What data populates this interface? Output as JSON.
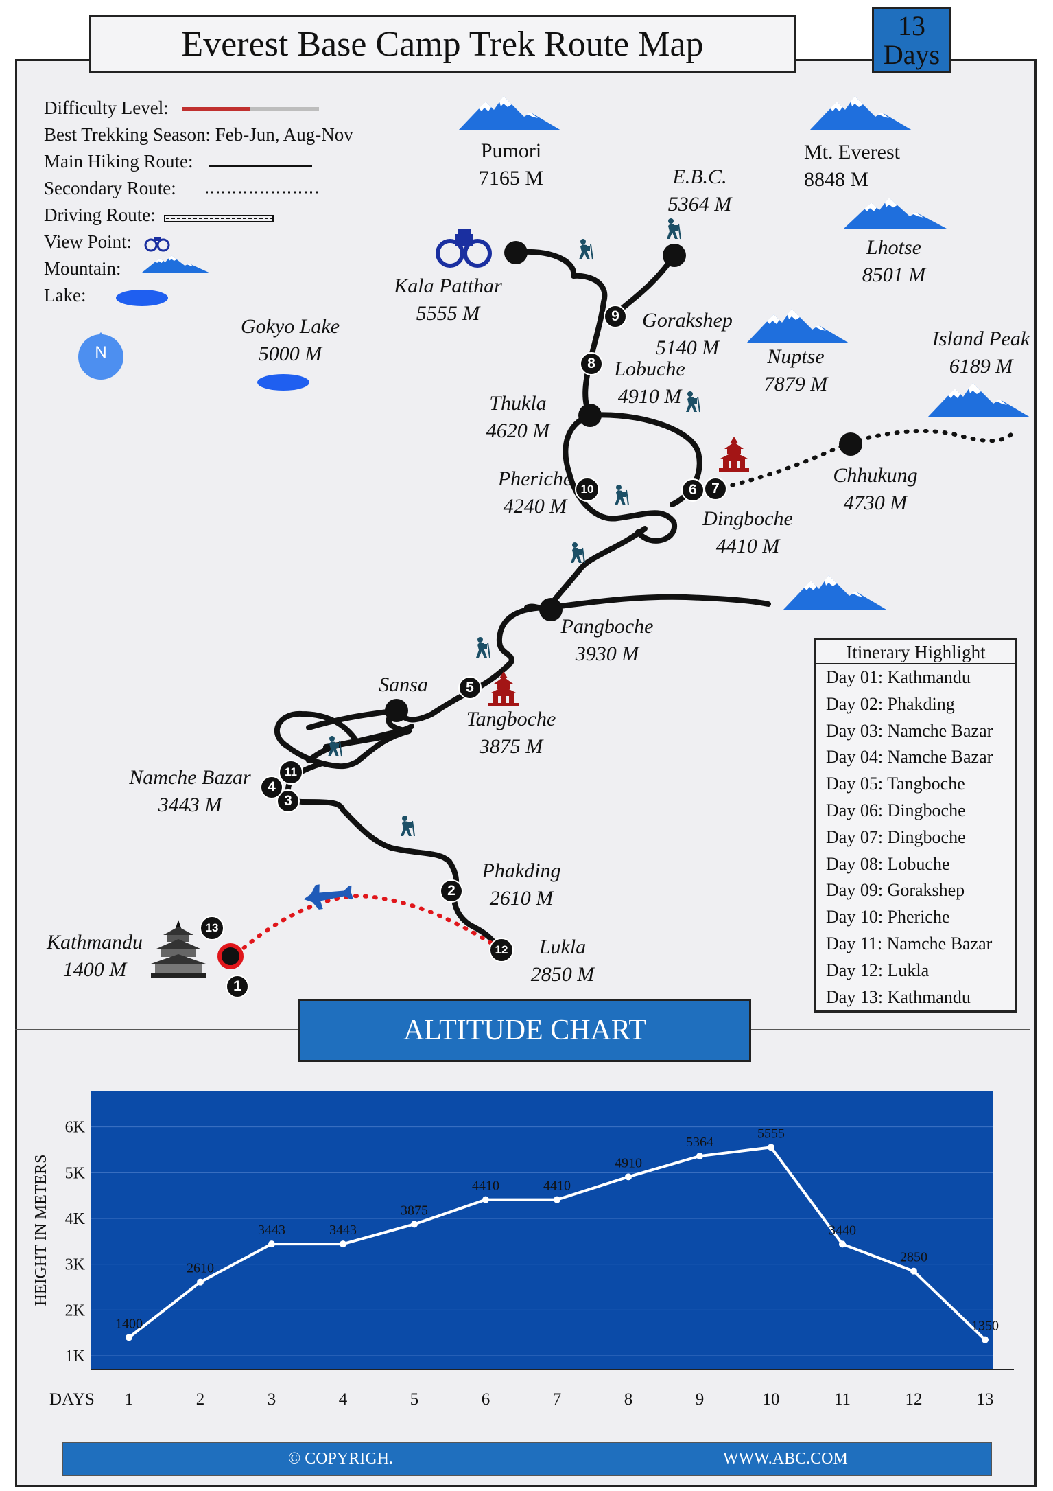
{
  "title": "Everest Base Camp Trek Route Map",
  "badge": {
    "number": "13",
    "unit": "Days"
  },
  "legend": {
    "difficulty": "Difficulty Level:",
    "difficulty_level": 0.5,
    "season": "Best Trekking Season: Feb-Jun, Aug-Nov",
    "main_route": "Main Hiking Route:",
    "secondary_route": "Secondary Route:",
    "driving_route": "Driving Route:",
    "view_point": "View Point:",
    "mountain": "Mountain:",
    "lake": "Lake:"
  },
  "compass": "N",
  "mountains": {
    "pumori": {
      "name": "Pumori",
      "alt": "7165 M"
    },
    "everest": {
      "name": "Mt. Everest",
      "alt": "8848 M"
    },
    "lhotse": {
      "name": "Lhotse",
      "alt": "8501 M"
    },
    "nuptse": {
      "name": "Nuptse",
      "alt": "7879 M"
    },
    "island_peak": {
      "name": "Island Peak",
      "alt": "6189 M"
    }
  },
  "places": {
    "ebc": {
      "name": "E.B.C.",
      "alt": "5364 M"
    },
    "kala_patthar": {
      "name": "Kala Patthar",
      "alt": "5555 M"
    },
    "gokyo": {
      "name": "Gokyo Lake",
      "alt": "5000 M"
    },
    "gorakshep": {
      "name": "Gorakshep",
      "alt": "5140 M"
    },
    "lobuche": {
      "name": "Lobuche",
      "alt": "4910 M"
    },
    "thukla": {
      "name": "Thukla",
      "alt": "4620 M"
    },
    "pheriche": {
      "name": "Pheriche",
      "alt": "4240 M"
    },
    "dingboche": {
      "name": "Dingboche",
      "alt": "4410 M"
    },
    "chhukung": {
      "name": "Chhukung",
      "alt": "4730 M"
    },
    "pangboche": {
      "name": "Pangboche",
      "alt": "3930 M"
    },
    "sansa": {
      "name": "Sansa",
      "alt": ""
    },
    "tangboche": {
      "name": "Tangboche",
      "alt": "3875 M"
    },
    "namche": {
      "name": "Namche Bazar",
      "alt": "3443 M"
    },
    "phakding": {
      "name": "Phakding",
      "alt": "2610 M"
    },
    "lukla": {
      "name": "Lukla",
      "alt": "2850 M"
    },
    "kathmandu": {
      "name": "Kathmandu",
      "alt": "1400 M"
    }
  },
  "stops": [
    "1",
    "2",
    "3",
    "4",
    "5",
    "6",
    "7",
    "8",
    "9",
    "10",
    "11",
    "12",
    "13"
  ],
  "itinerary": {
    "title": "Itinerary Highlight",
    "days": [
      {
        "day": "Day 01:",
        "place": "Kathmandu"
      },
      {
        "day": "Day 02:",
        "place": "Phakding"
      },
      {
        "day": "Day 03:",
        "place": "Namche Bazar"
      },
      {
        "day": "Day 04:",
        "place": "Namche Bazar"
      },
      {
        "day": "Day 05:",
        "place": "Tangboche"
      },
      {
        "day": "Day 06:",
        "place": "Dingboche"
      },
      {
        "day": "Day 07:",
        "place": "Dingboche"
      },
      {
        "day": "Day 08:",
        "place": "Lobuche"
      },
      {
        "day": "Day 09:",
        "place": "Gorakshep"
      },
      {
        "day": "Day 10:",
        "place": "Pheriche"
      },
      {
        "day": "Day 11:",
        "place": "Namche Bazar"
      },
      {
        "day": "Day 12:",
        "place": "Lukla"
      },
      {
        "day": "Day 13:",
        "place": "Kathmandu"
      }
    ]
  },
  "altitude_banner": "ALTITUDE CHART",
  "colors": {
    "accent": "#1f6fbe",
    "chart_bg": "#0b4ba8",
    "route": "#111111",
    "flight": "#e0161b",
    "mountain": "#1f6fdd"
  },
  "chart_data": {
    "type": "line",
    "title": "ALTITUDE CHART",
    "xlabel": "DAYS",
    "ylabel": "HEIGHT IN METERS",
    "x": [
      1,
      2,
      3,
      4,
      5,
      6,
      7,
      8,
      9,
      10,
      11,
      12,
      13
    ],
    "values": [
      1400,
      2610,
      3443,
      3443,
      3875,
      4410,
      4410,
      4910,
      5364,
      5555,
      3440,
      2850,
      1350
    ],
    "yticks": [
      "1K",
      "2K",
      "3K",
      "4K",
      "5K",
      "6K"
    ],
    "ylim": [
      700,
      6700
    ],
    "grid": true,
    "legend": "none"
  },
  "footer": {
    "left": "© COPYRIGH.",
    "right": "WWW.ABC.COM"
  }
}
